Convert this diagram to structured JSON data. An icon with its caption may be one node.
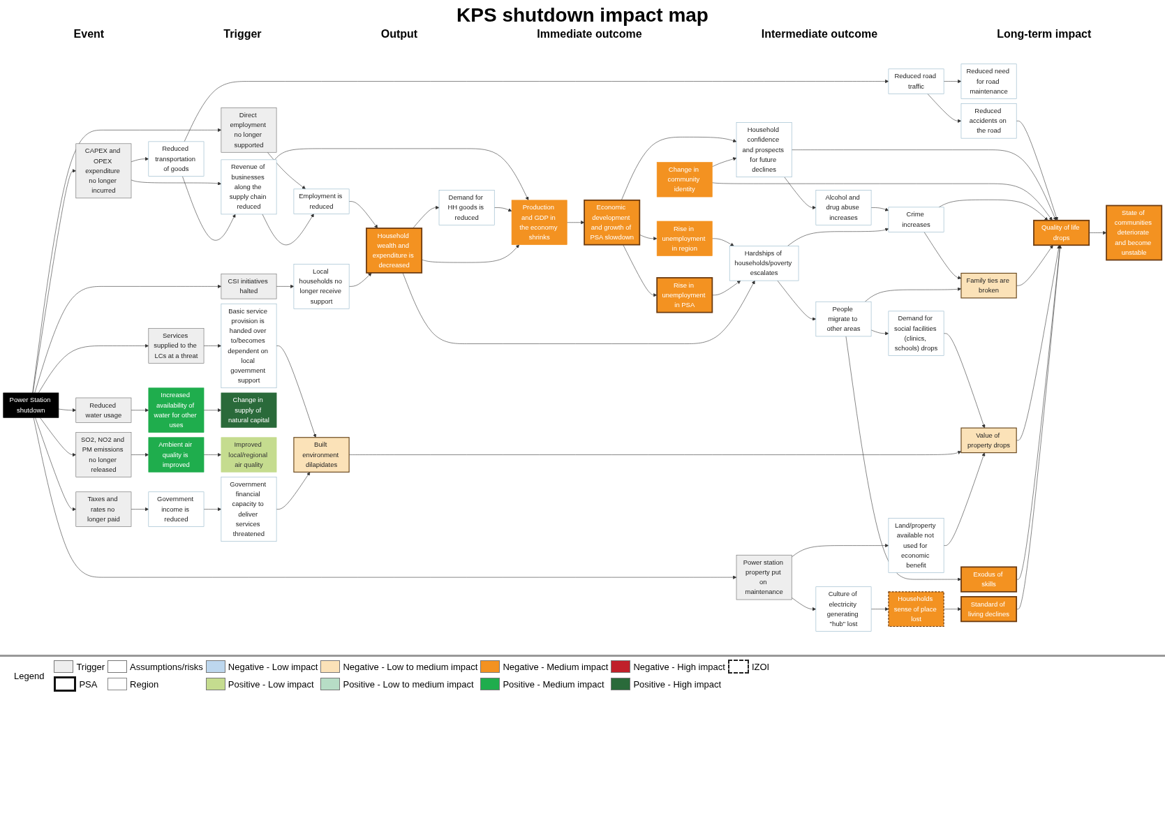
{
  "diagram": {
    "title": "KPS shutdown impact map",
    "nodes": [
      {
        "text": [
          "Power Station shutdown"
        ]
      },
      {
        "text": [
          "CAPEX and OPEX expenditure no longer incurred"
        ]
      },
      {
        "text": [
          "Direct employment no longer supported"
        ]
      },
      {
        "text": [
          "CSI initiatives halted"
        ]
      },
      {
        "text": [
          "Taxes and rates no longer paid"
        ]
      },
      {
        "text": [
          "Services supplied to the LCs at a threat"
        ]
      },
      {
        "text": [
          "Power station property put on maintenance"
        ]
      },
      {
        "text": [
          "Reduced water usage"
        ]
      },
      {
        "text": [
          "SO2, NO2 and PM emissions no longer released"
        ]
      },
      {
        "text": [
          "Reduced transportation of goods"
        ]
      },
      {
        "text": [
          "Revenue of businesses along the supply chain reduced"
        ]
      },
      {
        "text": [
          "Employment is reduced"
        ]
      },
      {
        "text": [
          "Local households no longer receive support"
        ]
      },
      {
        "text": [
          "Government income is reduced"
        ]
      },
      {
        "text": [
          "Basic service provision is handed over to/becomes dependent on local government support"
        ]
      },
      {
        "text": [
          "Culture of electricity generating \"hub\" lost"
        ]
      },
      {
        "text": [
          "Land/property available not used for economic benefit"
        ]
      },
      {
        "text": [
          "Reduced road traffic"
        ]
      },
      {
        "text": [
          "Production and GDP in the economy shrinks"
        ]
      },
      {
        "text": [
          "Demand for HH goods is reduced"
        ]
      },
      {
        "text": [
          "Household wealth and expenditure is decreased"
        ]
      },
      {
        "text": [
          "Government financial capacity to deliver services threatened"
        ]
      },
      {
        "text": [
          "Built environment dilapidates"
        ]
      },
      {
        "text": [
          "Households sense of place lost"
        ]
      },
      {
        "text": [
          "Increased availability of water for other uses"
        ]
      },
      {
        "text": [
          "Ambient air quality is improved"
        ]
      },
      {
        "text": [
          "Reduced need for road maintenance"
        ]
      },
      {
        "text": [
          "Economic development and growth of PSA slowdown"
        ]
      },
      {
        "text": [
          "Rise in unemployment in region"
        ]
      },
      {
        "text": [
          "Rise in unemployment in PSA"
        ]
      },
      {
        "text": [
          "Hardships of households/poverty escalates"
        ]
      },
      {
        "text": [
          "People migrate to other areas"
        ]
      },
      {
        "text": [
          "Demand for social facilities (clinics, schools) drops"
        ]
      },
      {
        "text": [
          "Reduced accidents on the road"
        ]
      },
      {
        "text": [
          "Change in supply of natural capital"
        ]
      },
      {
        "text": [
          "Household confidence and prospects for future declines"
        ]
      },
      {
        "text": [
          "Alcohol and drug abuse increases"
        ]
      },
      {
        "text": [
          "Change in community identity"
        ]
      },
      {
        "text": [
          "Crime increases"
        ]
      },
      {
        "text": [
          "Family ties are broken"
        ]
      },
      {
        "text": [
          "Value of property drops"
        ]
      },
      {
        "text": [
          "Exodus of skills"
        ]
      },
      {
        "text": [
          "Standard of living declines"
        ]
      },
      {
        "text": [
          "Quality of life drops"
        ]
      },
      {
        "text": [
          "State of communities deteriorate and become unstable"
        ]
      },
      {
        "text": [
          "Improved local/regional air quality"
        ]
      }
    ],
    "edges": [
      {
        "from": 0,
        "to": 1,
        "arrow": "to"
      },
      {
        "from": 0,
        "to": 2,
        "arrow": "to"
      },
      {
        "from": 0,
        "to": 3,
        "arrow": "to"
      },
      {
        "from": 0,
        "to": 4,
        "arrow": "to"
      },
      {
        "from": 0,
        "to": 5,
        "arrow": "to"
      },
      {
        "from": 0,
        "to": 6,
        "arrow": "to"
      },
      {
        "from": 0,
        "to": 7,
        "arrow": "to"
      },
      {
        "from": 0,
        "to": 8,
        "arrow": "to"
      },
      {
        "from": 1,
        "to": 9,
        "arrow": "to"
      },
      {
        "from": 1,
        "to": 10,
        "arrow": "to"
      },
      {
        "from": 2,
        "to": 11,
        "arrow": "to"
      },
      {
        "from": 3,
        "to": 12,
        "arrow": "to"
      },
      {
        "from": 4,
        "to": 13,
        "arrow": "to"
      },
      {
        "from": 5,
        "to": 14,
        "arrow": "to"
      },
      {
        "from": 6,
        "to": 15,
        "arrow": "to"
      },
      {
        "from": 6,
        "to": 16,
        "arrow": "to"
      },
      {
        "from": 7,
        "to": 24,
        "arrow": "to"
      },
      {
        "from": 8,
        "to": 25,
        "arrow": "to"
      },
      {
        "from": 9,
        "to": 17,
        "arrow": "to"
      },
      {
        "from": 9,
        "to": 10,
        "arrow": "to"
      },
      {
        "from": 10,
        "to": 11,
        "arrow": "to"
      },
      {
        "from": 10,
        "to": 18,
        "arrow": "to"
      },
      {
        "from": 11,
        "to": 20,
        "arrow": "to"
      },
      {
        "from": 12,
        "to": 20,
        "arrow": "to"
      },
      {
        "from": 13,
        "to": 21,
        "arrow": "to"
      },
      {
        "from": 14,
        "to": 22,
        "arrow": "to"
      },
      {
        "from": 15,
        "to": 23,
        "arrow": "to"
      },
      {
        "from": 17,
        "to": 26,
        "arrow": "to"
      },
      {
        "from": 17,
        "to": 33,
        "arrow": "to"
      },
      {
        "from": 19,
        "to": 18,
        "arrow": "to"
      },
      {
        "from": 20,
        "to": 19,
        "arrow": "to"
      },
      {
        "from": 20,
        "to": 18,
        "arrow": "to"
      },
      {
        "from": 21,
        "to": 22,
        "arrow": "to"
      },
      {
        "from": 18,
        "to": 27,
        "arrow": "to"
      },
      {
        "from": 27,
        "to": 28,
        "arrow": "to"
      },
      {
        "from": 27,
        "to": 29,
        "arrow": "to"
      },
      {
        "from": 28,
        "to": 30,
        "arrow": "to"
      },
      {
        "from": 29,
        "to": 30,
        "arrow": "to"
      },
      {
        "from": 20,
        "to": 30,
        "arrow": "to"
      },
      {
        "from": 30,
        "to": 31,
        "arrow": "to"
      },
      {
        "from": 31,
        "to": 32,
        "arrow": "to"
      },
      {
        "from": 27,
        "to": 35,
        "arrow": "to"
      },
      {
        "from": 35,
        "to": 36,
        "arrow": "to"
      },
      {
        "from": 37,
        "to": 35,
        "arrow": "to"
      },
      {
        "from": 36,
        "to": 38,
        "arrow": "to"
      },
      {
        "from": 30,
        "to": 38,
        "arrow": "to"
      },
      {
        "from": 38,
        "to": 39,
        "arrow": "to"
      },
      {
        "from": 31,
        "to": 39,
        "arrow": "to"
      },
      {
        "from": 32,
        "to": 40,
        "arrow": "to"
      },
      {
        "from": 22,
        "to": 40,
        "arrow": "to"
      },
      {
        "from": 16,
        "to": 40,
        "arrow": "to"
      },
      {
        "from": 31,
        "to": 41,
        "arrow": "to"
      },
      {
        "from": 23,
        "to": 42,
        "arrow": "to"
      },
      {
        "from": 33,
        "to": 43,
        "arrow": "to"
      },
      {
        "from": 35,
        "to": 43,
        "arrow": "to"
      },
      {
        "from": 37,
        "to": 43,
        "arrow": "to"
      },
      {
        "from": 38,
        "to": 43,
        "arrow": "to"
      },
      {
        "from": 39,
        "to": 43,
        "arrow": "to"
      },
      {
        "from": 40,
        "to": 43,
        "arrow": "to"
      },
      {
        "from": 41,
        "to": 43,
        "arrow": "to"
      },
      {
        "from": 42,
        "to": 43,
        "arrow": "to"
      },
      {
        "from": 43,
        "to": 44,
        "arrow": "to"
      },
      {
        "from": 24,
        "to": 34,
        "arrow": "to"
      },
      {
        "from": 25,
        "to": 45,
        "arrow": "to"
      }
    ],
    "labels": [
      "Event",
      "Trigger",
      "Output",
      "Immediate outcome",
      "Intermediate outcome",
      "Long-term impact",
      "Legend"
    ],
    "legend": [
      {
        "text": "Trigger",
        "color": "#eeeeee"
      },
      {
        "text": "Assumptions/risks",
        "color": "#ffffff"
      },
      {
        "text": "Negative - Low impact",
        "color": "#bdd7ee"
      },
      {
        "text": "Negative - Low to medium impact",
        "color": "#fbe2b8"
      },
      {
        "text": "Negative - Medium impact",
        "color": "#f39221"
      },
      {
        "text": "Negative - High impact",
        "color": "#c0202a"
      },
      {
        "text": "IZOI"
      },
      {
        "text": "PSA"
      },
      {
        "text": "Region"
      },
      {
        "text": "Positive - Low impact",
        "color": "#c5dc8f"
      },
      {
        "text": "Positive - Low to medium impact",
        "color": "#b7ddc6"
      },
      {
        "text": "Positive - Medium impact",
        "color": "#1fad4d"
      },
      {
        "text": "Positive - High impact",
        "color": "#2a6a3a"
      }
    ]
  }
}
